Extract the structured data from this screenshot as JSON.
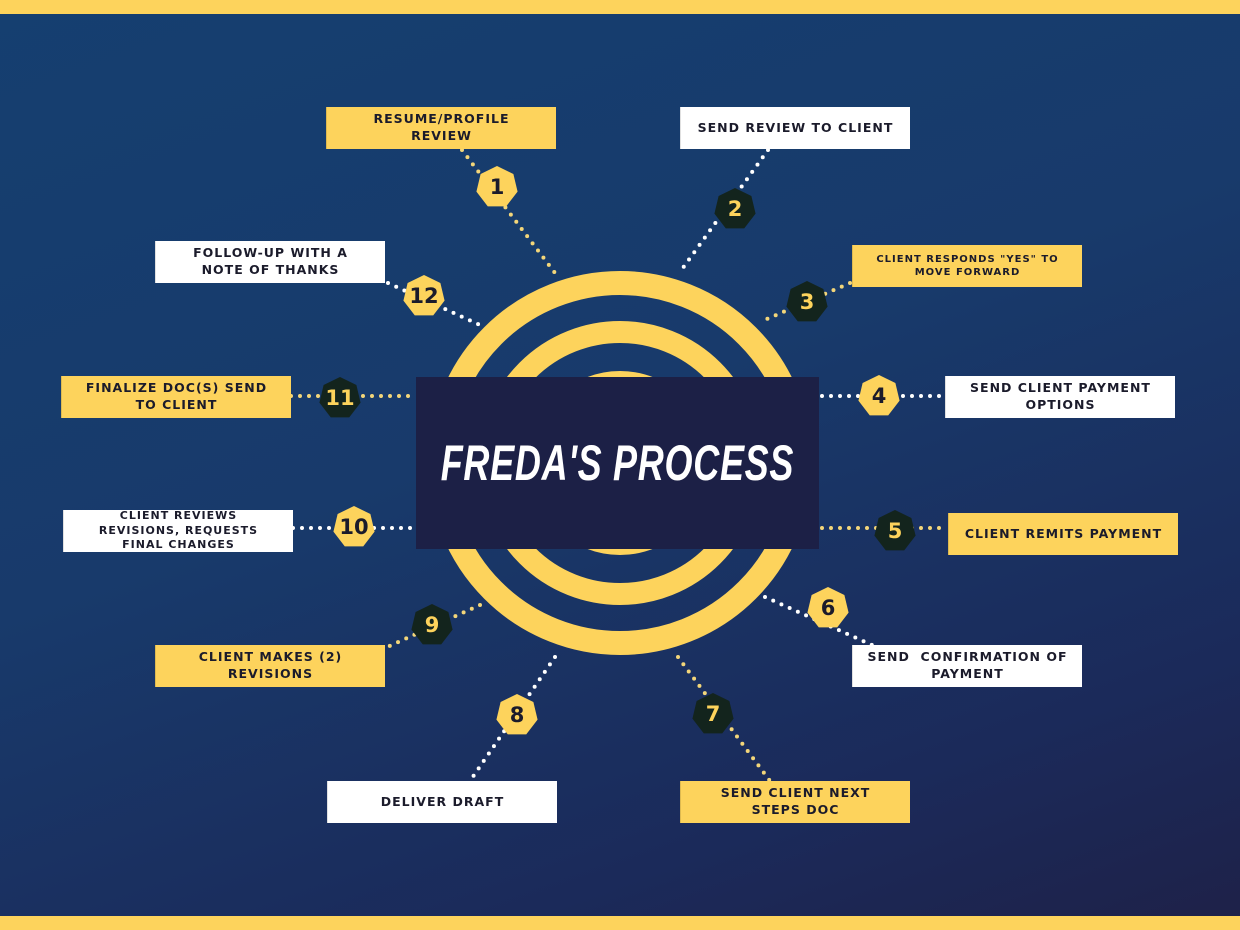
{
  "title": "FREDA'S PROCESS",
  "colors": {
    "accent": "#fdd35c",
    "dark": "#1c2046",
    "background": "#163d6e"
  },
  "steps": [
    {
      "number": "1",
      "label": "RESUME/PROFILE REVIEW"
    },
    {
      "number": "2",
      "label": "SEND REVIEW TO CLIENT"
    },
    {
      "number": "3",
      "label": "CLIENT RESPONDS \"YES\" TO MOVE FORWARD"
    },
    {
      "number": "4",
      "label": "SEND CLIENT PAYMENT OPTIONS"
    },
    {
      "number": "5",
      "label": "CLIENT REMITS PAYMENT"
    },
    {
      "number": "6",
      "label": "SEND  CONFIRMATION OF PAYMENT"
    },
    {
      "number": "7",
      "label": "SEND CLIENT NEXT STEPS DOC"
    },
    {
      "number": "8",
      "label": "DELIVER DRAFT"
    },
    {
      "number": "9",
      "label": "CLIENT MAKES (2) REVISIONS"
    },
    {
      "number": "10",
      "label": "CLIENT REVIEWS REVISIONS, REQUESTS FINAL CHANGES"
    },
    {
      "number": "11",
      "label": "FINALIZE DOC(S) SEND TO CLIENT"
    },
    {
      "number": "12",
      "label": "FOLLOW-UP WITH A NOTE OF THANKS"
    }
  ]
}
